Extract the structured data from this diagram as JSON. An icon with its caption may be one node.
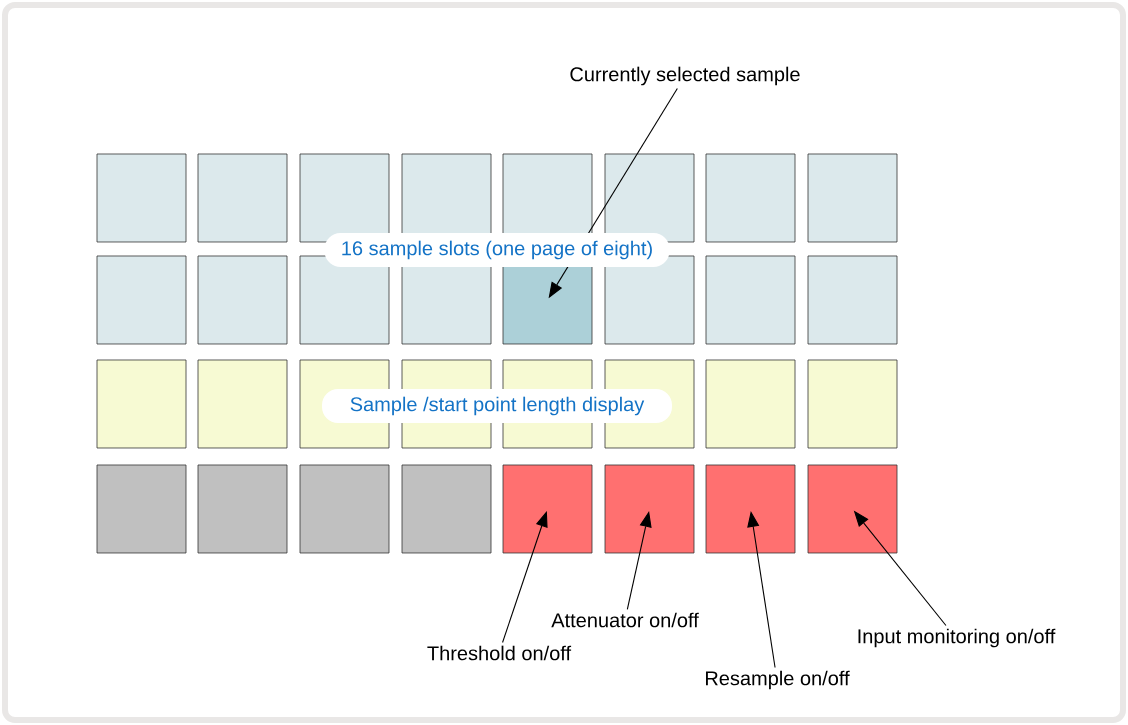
{
  "diagram": {
    "nodes": [
      {
        "text": [
          "Currently selected sample"
        ]
      },
      {
        "text": [],
        "shape": "box"
      },
      {
        "text": [],
        "shape": "box"
      },
      {
        "text": [],
        "shape": "box"
      },
      {
        "text": [],
        "shape": "box"
      },
      {
        "text": [],
        "shape": "box"
      },
      {
        "text": [],
        "shape": "box"
      },
      {
        "text": [],
        "shape": "box"
      },
      {
        "text": [],
        "shape": "box"
      },
      {
        "text": [],
        "shape": "box"
      },
      {
        "text": [],
        "shape": "box"
      },
      {
        "text": [],
        "shape": "box"
      },
      {
        "text": [],
        "shape": "box"
      },
      {
        "text": [],
        "shape": "box"
      },
      {
        "text": [],
        "shape": "box"
      },
      {
        "text": [],
        "shape": "box"
      },
      {
        "text": [],
        "shape": "box"
      },
      {
        "text": [],
        "shape": "box"
      },
      {
        "text": [],
        "shape": "box"
      },
      {
        "text": [],
        "shape": "box"
      },
      {
        "text": [],
        "shape": "box"
      },
      {
        "text": [],
        "shape": "box"
      },
      {
        "text": [],
        "shape": "box"
      },
      {
        "text": [],
        "shape": "box"
      },
      {
        "text": [],
        "shape": "box"
      },
      {
        "text": [],
        "shape": "box"
      },
      {
        "text": [],
        "shape": "box"
      },
      {
        "text": [],
        "shape": "box"
      },
      {
        "text": [],
        "shape": "box"
      },
      {
        "text": [],
        "shape": "box"
      },
      {
        "text": [],
        "shape": "box"
      },
      {
        "text": [],
        "shape": "box"
      },
      {
        "text": [],
        "shape": "box"
      },
      {
        "text": [
          "16 sample slots (one page of eight)"
        ]
      },
      {
        "text": [
          "Sample /start point length display"
        ]
      },
      {
        "text": [
          "Threshold on/off"
        ]
      },
      {
        "text": [
          "Attenuator on/off"
        ]
      },
      {
        "text": [
          "Resample on/off"
        ]
      },
      {
        "text": [
          "Input monitoring on/off"
        ]
      }
    ],
    "edges": [
      {
        "from": 0,
        "to": 13,
        "arrow": "to"
      },
      {
        "from": 35,
        "to": 29,
        "arrow": "to"
      },
      {
        "from": 36,
        "to": 30,
        "arrow": "to"
      },
      {
        "from": 37,
        "to": 31,
        "arrow": "to"
      },
      {
        "from": 38,
        "to": 32,
        "arrow": "to"
      }
    ]
  }
}
